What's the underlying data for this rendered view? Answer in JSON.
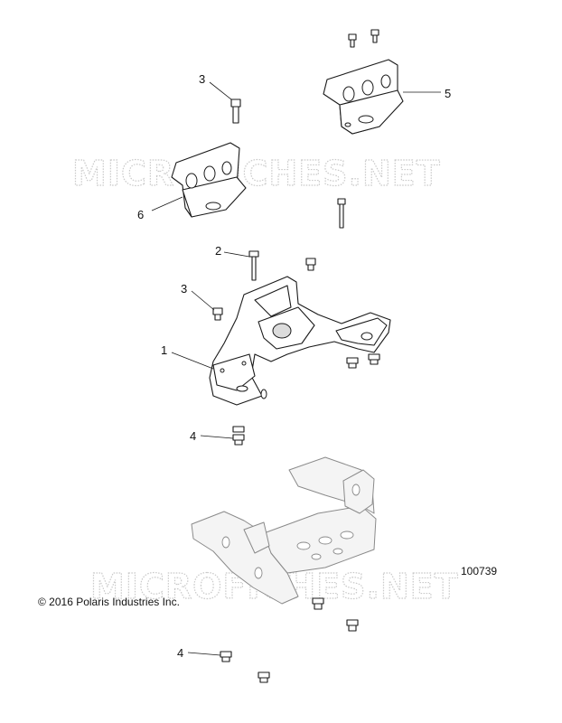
{
  "watermark": "MICROFICHES.NET",
  "copyright": "© 2016 Polaris Industries Inc.",
  "figure_id": "100739",
  "callouts": [
    {
      "label": "3"
    },
    {
      "label": "5"
    },
    {
      "label": "6"
    },
    {
      "label": "2"
    },
    {
      "label": "3"
    },
    {
      "label": "1"
    },
    {
      "label": "4"
    },
    {
      "label": "4"
    }
  ]
}
